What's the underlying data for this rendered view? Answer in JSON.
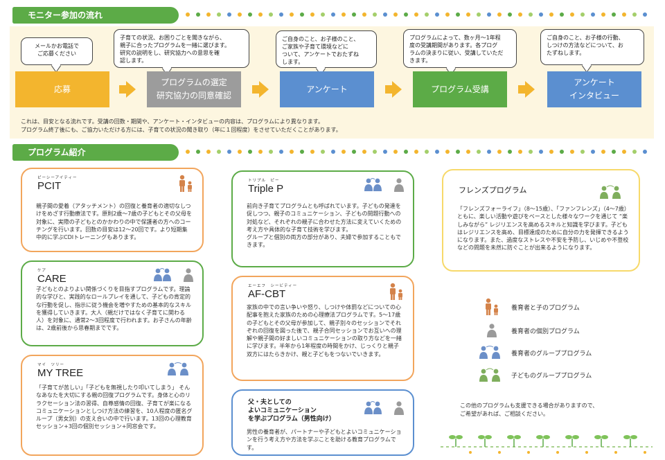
{
  "sections": {
    "flow": "モニター参加の流れ",
    "programs": "プログラム紹介"
  },
  "flow": {
    "bubbles": [
      "メールかお電話で\nご応募ください",
      "子育ての状況、お困りごとを聞きながら、\n親子に合ったプログラムを一緒に選びます。\n研究の説明をし、研究協力への意思を確\n認します。",
      "ご自身のこと、お子様のこと、\nご家族や子育て環境などに\nついて、アンケートでおたずね\nします。",
      "プログラムによって、数ヶ月～1年程\n度の受講期間があります。各プログ\nラムの決まりに従い、受講していただ\nきます。",
      "ご自身のこと、お子様の行動、\nしつけの方法などについて、お\nたずねします。"
    ],
    "steps": [
      {
        "label": "応募",
        "color": "#f3b52e"
      },
      {
        "label": "プログラムの選定\n研究協力の同意確認",
        "color": "#9c9c9c"
      },
      {
        "label": "アンケート",
        "color": "#5b8fd0"
      },
      {
        "label": "プログラム受講",
        "color": "#5cab47"
      },
      {
        "label": "アンケート\nインタビュー",
        "color": "#5b8fd0"
      }
    ],
    "notes": [
      "これは、目安となる流れです。受講の回数・期間や、アンケート・インタビューの内容は、プログラムにより異なります。",
      "プログラム終了後にも、ご協力いただける方には、子育ての状況の聞き取り（年に１回程度）をさせていただくことがあります。"
    ]
  },
  "cards": {
    "pcit": {
      "ruby": "ピーシーアイティー",
      "title": "PCIT",
      "body": "親子間の愛着（アタッチメント）の回復と養育者の適切なしつけをめざす行動療法です。原則2歳～7歳の子どもとその父母を対象に、実際の子どもとのかかわりの中で保護者の方へのコーチングを行います。回数の目安は12～20回です。より短期集中的に学ぶCDIトレーニングもあります。"
    },
    "care": {
      "ruby": "ケア",
      "title": "CARE",
      "body": "子どもとのよりよい関係づくりを目指すプログラムです。理論的な学びと、実践的なロールプレイを通して、子どもの肯定的な行動を促し、指示に従う機会を増やすための基本的なスキルを獲得していきます。大人（親だけではなく子育てに関わる人）を対象に、通常2～3回程度で行われます。お子さんの年齢は、2歳前後から思春期までです。"
    },
    "mytree": {
      "ruby": "マイ　ツリー",
      "title": "MY TREE",
      "body": "「子育てが苦しい」「子どもを無視したり叩いてしまう」 そんなあなたを大切にする親の回復プログラムです。身体と心のリラクセーション法の習得、自尊感情の回復、子育てが楽になるコミュニケーションとしつけ方法の練習を、10人程度の匿名グループ（男女別）の支え合いの中で行います。13回の心理教育セッション+3回の個別セッション+同窓会です。"
    },
    "triplep": {
      "ruby": "トリプル　ピー",
      "title": "Triple P",
      "body": "前向き子育てプログラムとも呼ばれています。子どもの発達を促しつつ、親子のコミュニケーション、子どもの問題行動への対処など、それぞれの親子に合わせた方法に変えていくための考え方や具体的な子育て技術を学びます。\nグループと個別の両方の部分があり、夫婦で参加することもできます。"
    },
    "afcbt": {
      "ruby": "エーエフ　シービティー",
      "title": "AF-CBT",
      "body": "家族の中での言い争いや怒り、しつけや体罰などについての心配事を抱えた家族のための心理療法プログラムです。5～17歳の子どもとその父母が参加して、親子別々のセッションでそれぞれの回復を図った後で、親子合同セッションでお互いへの理解や親子間の好ましいコミュニケーションの取り方などを一緒に学びます。半年から1年程度の時間をかけ、じっくりと親子双方にはたらきかけ、親と子どもをつないでいきます。"
    },
    "father": {
      "title": "父・夫としての\nよいコミュニケーション\nを学ぶプログラム（男性向け）",
      "body": "男性の養育者が、パートナーや子どもとよいコミュニケーションを行う考え方や方法を学ぶことを助ける教育プログラムです。"
    },
    "friends": {
      "title": "フレンズプログラム",
      "body": "「フレンズフォーライフ」（8～15歳）、「ファンフレンズ」（4～7歳）ともに、楽しい活動や遊びをベースとした様々なワークを通じて “楽しみながら” レジリエンスを高めるスキルと知識を学びます。子どもはレジリエンスを高め、目標達成のために自分の力を発揮できるようになります。また、過度なストレスや不安を予防し、いじめや不登校などの問題を未然に防ぐことが出来るようになります。"
    }
  },
  "legend": [
    {
      "label": "養育者と子のプログラム",
      "icon": "parent-child-icon"
    },
    {
      "label": "養育者の個別プログラム",
      "icon": "single-parent-icon"
    },
    {
      "label": "養育者のグループプログラム",
      "icon": "parent-group-icon"
    },
    {
      "label": "子どものグループプログラム",
      "icon": "child-group-icon"
    }
  ],
  "closing": "この他のプログラムも支援できる場合がありますので、\nご希望があれば、ご相談ください。",
  "colors": {
    "green": "#5cab47",
    "orange": "#f2a55c",
    "blue": "#5b8fd0",
    "yellow": "#f3b52e",
    "grey": "#9c9c9c",
    "iconOrange": "#d4834a",
    "iconBlue": "#6b8fc8",
    "iconGrey": "#9a9a9a",
    "iconGreen": "#7fae5d"
  }
}
